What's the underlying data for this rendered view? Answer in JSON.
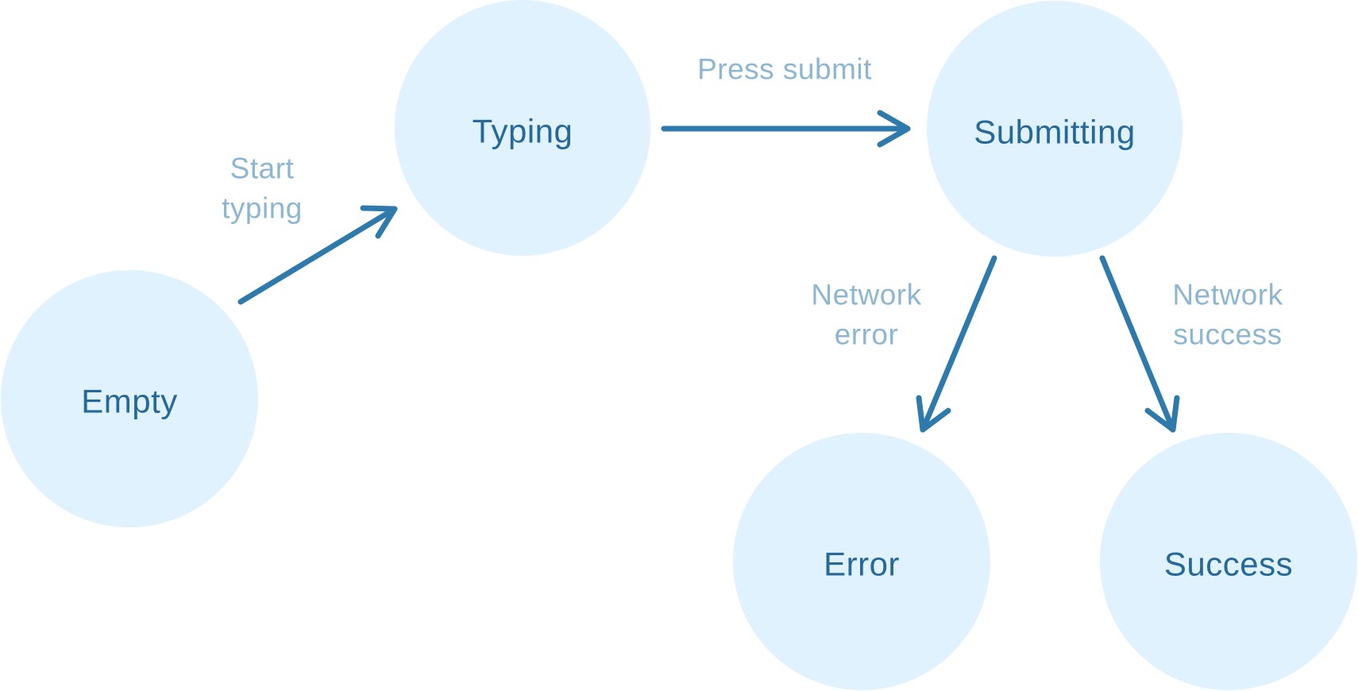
{
  "diagram": {
    "type": "state-machine",
    "nodes": [
      {
        "id": "empty",
        "label": "Empty"
      },
      {
        "id": "typing",
        "label": "Typing"
      },
      {
        "id": "submitting",
        "label": "Submitting"
      },
      {
        "id": "error",
        "label": "Error"
      },
      {
        "id": "success",
        "label": "Success"
      }
    ],
    "edges": [
      {
        "from": "Empty",
        "to": "Typing",
        "label": "Start typing",
        "label_lines": [
          "Start",
          "typing"
        ]
      },
      {
        "from": "Typing",
        "to": "Submitting",
        "label": "Press submit",
        "label_lines": [
          "Press submit"
        ]
      },
      {
        "from": "Submitting",
        "to": "Error",
        "label": "Network error",
        "label_lines": [
          "Network",
          "error"
        ]
      },
      {
        "from": "Submitting",
        "to": "Success",
        "label": "Network success",
        "label_lines": [
          "Network",
          "success"
        ]
      }
    ],
    "colors": {
      "node_fill": "#e0f2fd",
      "node_text": "#27689a",
      "arrow": "#2e7aad",
      "edge_label": "#2e7aad",
      "edge_label_opacity": "0.55"
    }
  }
}
